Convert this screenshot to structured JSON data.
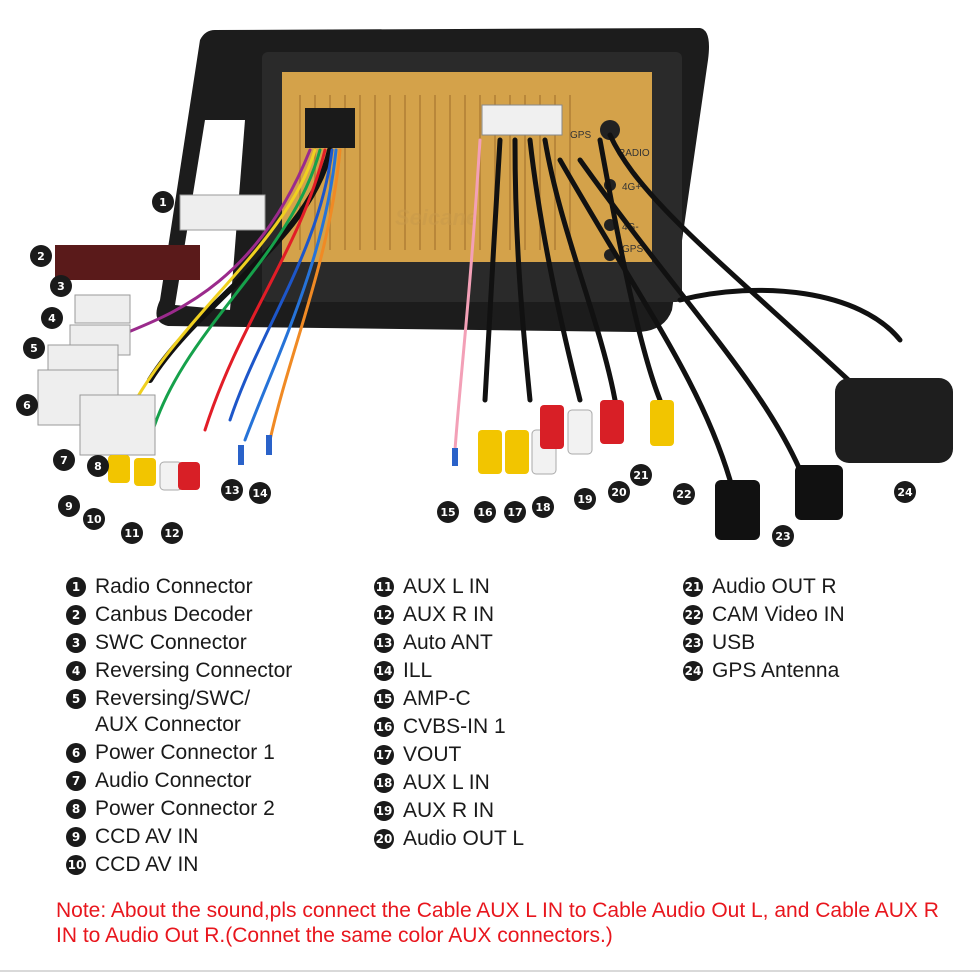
{
  "watermark": "Seicane",
  "unit_labels": {
    "gps": "GPS",
    "radio": "RADIO",
    "port_a": "4G+",
    "port_b": "4G-",
    "gps_side": "GPS"
  },
  "callouts": [
    "1",
    "2",
    "3",
    "4",
    "5",
    "6",
    "7",
    "8",
    "9",
    "10",
    "11",
    "12",
    "13",
    "14",
    "15",
    "16",
    "17",
    "18",
    "19",
    "20",
    "21",
    "22",
    "23",
    "24"
  ],
  "legend": {
    "col1": [
      {
        "n": "1",
        "label": "Radio Connector"
      },
      {
        "n": "2",
        "label": "Canbus Decoder"
      },
      {
        "n": "3",
        "label": "SWC Connector"
      },
      {
        "n": "4",
        "label": "Reversing Connector"
      },
      {
        "n": "5",
        "label": "Reversing/SWC/\nAUX Connector"
      },
      {
        "n": "6",
        "label": "Power Connector 1"
      },
      {
        "n": "7",
        "label": "Audio Connector"
      },
      {
        "n": "8",
        "label": "Power Connector 2"
      },
      {
        "n": "9",
        "label": "CCD AV IN"
      },
      {
        "n": "10",
        "label": "CCD AV IN"
      }
    ],
    "col2": [
      {
        "n": "11",
        "label": "AUX L IN"
      },
      {
        "n": "12",
        "label": "AUX R IN"
      },
      {
        "n": "13",
        "label": "Auto ANT"
      },
      {
        "n": "14",
        "label": "ILL"
      },
      {
        "n": "15",
        "label": "AMP-C"
      },
      {
        "n": "16",
        "label": "CVBS-IN 1"
      },
      {
        "n": "17",
        "label": "VOUT"
      },
      {
        "n": "18",
        "label": "AUX L IN"
      },
      {
        "n": "19",
        "label": "AUX R IN"
      },
      {
        "n": "20",
        "label": "Audio OUT L"
      }
    ],
    "col3": [
      {
        "n": "21",
        "label": "Audio OUT R"
      },
      {
        "n": "22",
        "label": "CAM Video IN"
      },
      {
        "n": "23",
        "label": "USB"
      },
      {
        "n": "24",
        "label": "GPS Antenna"
      }
    ]
  },
  "note": "Note: About the sound,pls connect the Cable AUX L IN to Cable Audio Out L, and Cable AUX R IN to  Audio Out R.(Connet the same color AUX connectors.)",
  "colors": {
    "unit_body": "#d4a24a",
    "frame": "#1c1c1c",
    "yellow_rca": "#f2c500",
    "red_rca": "#d81f26",
    "white_rca": "#f2f2f2",
    "badge": "#1a1a1a",
    "note": "#e8161d"
  }
}
